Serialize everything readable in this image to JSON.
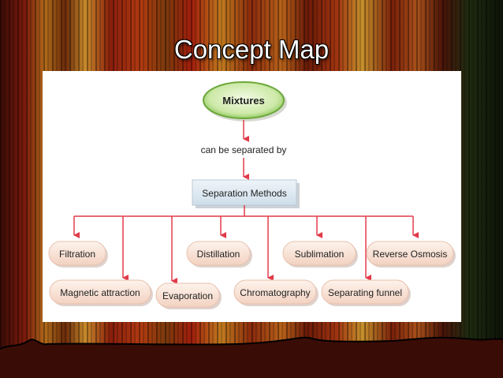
{
  "slide": {
    "title": "Concept Map"
  },
  "concept_map": {
    "root": "Mixtures",
    "link_phrase": "can be separated by",
    "category": "Separation Methods",
    "methods_row1": [
      "Filtration",
      "Distillation",
      "Sublimation",
      "Reverse Osmosis"
    ],
    "methods_row2": [
      "Magnetic attraction",
      "Evaporation",
      "Chromatography",
      "Separating funnel"
    ]
  },
  "colors": {
    "root_fill": "#c9e7a3",
    "category_fill": "#dce9f2",
    "method_fill": "#f7e0d4",
    "arrow": "#e23a4a"
  }
}
